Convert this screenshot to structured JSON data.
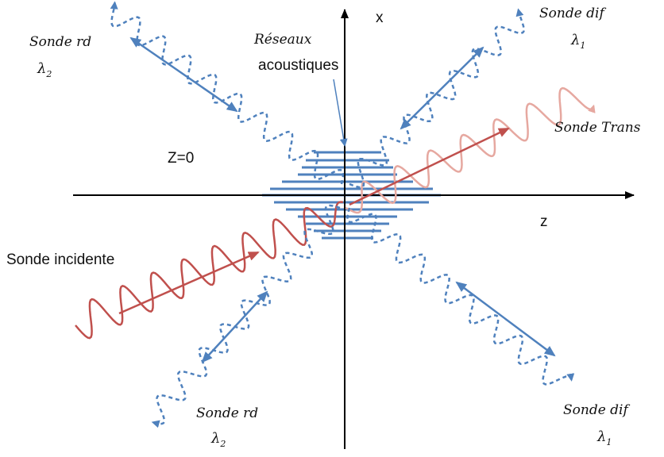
{
  "axes": {
    "x_label": "x",
    "z_label": "z",
    "origin_label": "Z=0"
  },
  "labels": {
    "grating_line1": "Réseaux",
    "grating_line2": "acoustiques",
    "incident": "Sonde incidente",
    "transmitted": "Sonde Trans",
    "dif_top": "Sonde dif",
    "dif_top_lambda": "λ",
    "dif_top_lambda_sub": "1",
    "dif_bottom": "Sonde dif",
    "dif_bottom_lambda": "λ",
    "dif_bottom_lambda_sub": "1",
    "rd_top": "Sonde rd",
    "rd_top_lambda": "λ",
    "rd_top_lambda_sub": "2",
    "rd_bottom": "Sonde rd",
    "rd_bottom_lambda": "λ",
    "rd_bottom_lambda_sub": "2"
  },
  "colors": {
    "axis": "#000000",
    "incident_wave": "#c0504d",
    "transmitted_wave": "#e6a8a0",
    "diffracted_wave": "#4f81bd",
    "grating": "#4f81bd"
  },
  "icons": {
    "x_axis_arrow": "arrow-up",
    "z_axis_arrow": "arrow-right"
  }
}
